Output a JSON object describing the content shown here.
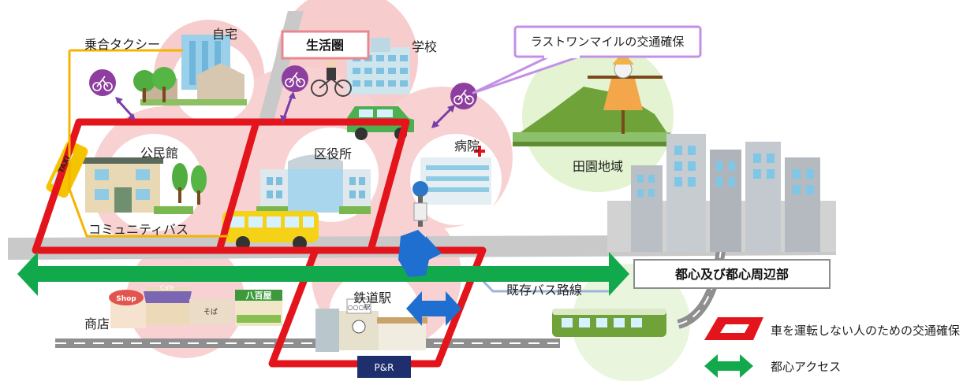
{
  "labels": {
    "ride_taxi": "乗合タクシー",
    "home": "自宅",
    "living_area": "生活圏",
    "school": "学校",
    "last_mile": "ラストワンマイルの交通確保",
    "community_hall": "公民館",
    "ward_office": "区役所",
    "hospital": "病院",
    "rural_area": "田園地域",
    "community_bus": "コミュニティバス",
    "city_center": "都心及び都心周辺部",
    "existing_bus": "既存バス路線",
    "shops": "商店",
    "station": "鉄道駅",
    "park_ride": "P&R"
  },
  "signs": {
    "shop": "Shop",
    "cafe": "Cafe",
    "yaoya": "八百屋",
    "soba": "そば",
    "station_sign": "○○○駅",
    "taxi": "TAXI"
  },
  "legend": {
    "red_item": "車を運転しない人のための交通確保",
    "green_item": "都心アクセス"
  },
  "colors": {
    "red_route": "#e3141b",
    "green_access": "#12a84c",
    "blue_access": "#1f6fd0",
    "taxi_line": "#f4b400",
    "purple": "#8e3e9f",
    "pink_area": "#f6c4c4",
    "rural_green": "#dff2c8",
    "road_gray": "#c8c8c8"
  }
}
